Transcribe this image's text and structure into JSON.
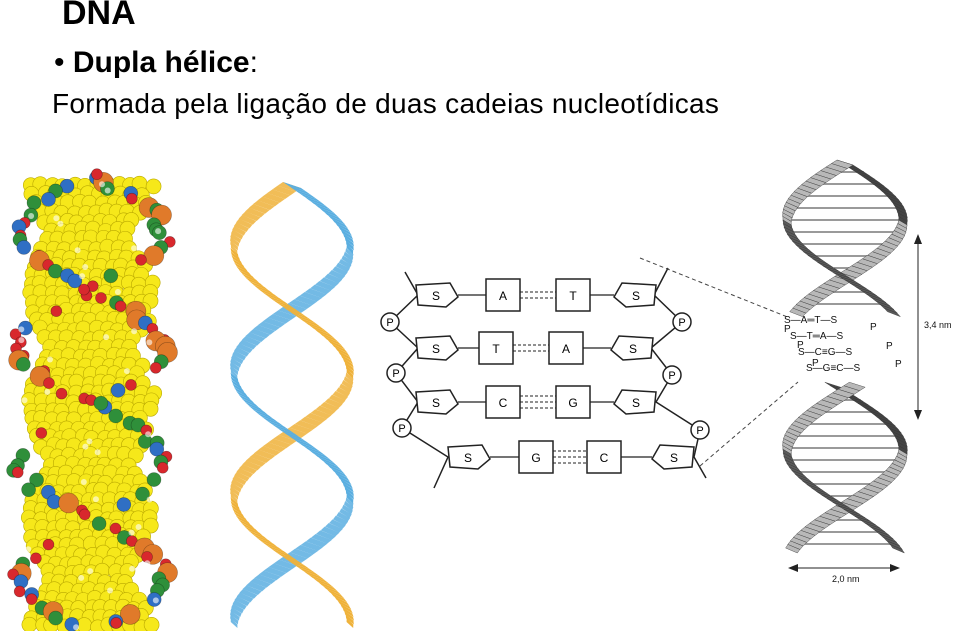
{
  "header": {
    "title": "DNA",
    "bullet_symbol": "•",
    "bullet_label": "Dupla hélice",
    "bullet_colon": ":",
    "subtitle": "Formada pela ligação de duas cadeias nucleotídicas"
  },
  "colors": {
    "strand_blue": "#5aaee0",
    "strand_gold": "#efb23a",
    "atom_yellow": "#f6e81a",
    "atom_green": "#2f8f3a",
    "atom_red": "#d8282d",
    "atom_blue": "#2f6fc4",
    "atom_orange": "#e07a2a"
  },
  "schematic": {
    "sugar": "S",
    "phosphate": "P",
    "pairs": [
      {
        "left": "A",
        "right": "T"
      },
      {
        "left": "T",
        "right": "A"
      },
      {
        "left": "C",
        "right": "G"
      },
      {
        "left": "G",
        "right": "C"
      }
    ]
  },
  "helix_detail": {
    "pair_labels": [
      "S—A═T—S",
      "S—T═A—S",
      "S—C≡G—S",
      "S—G≡C—S"
    ],
    "phosphate": "P",
    "pitch_label": "3,4 nm",
    "width_label": "2,0 nm"
  }
}
